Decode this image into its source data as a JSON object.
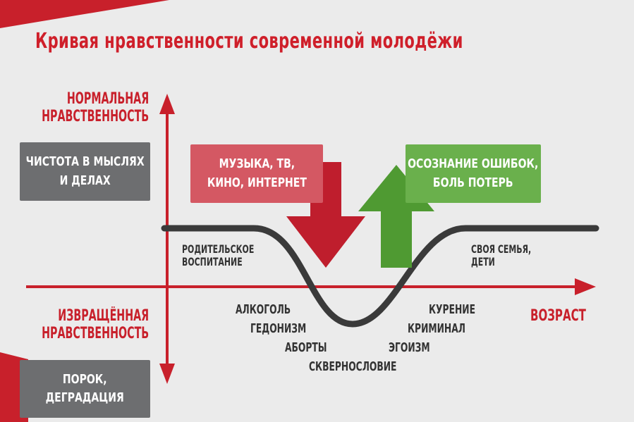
{
  "title": "Кривая нравственности современной молодёжи",
  "axes": {
    "top_label": [
      "НОРМАЛЬНАЯ",
      "НРАВСТВЕННОСТЬ"
    ],
    "bottom_label": [
      "ИЗВРАЩЁННАЯ",
      "НРАВСТВЕННОСТЬ"
    ],
    "x_label": "ВОЗРАСТ"
  },
  "boxes": {
    "purity": [
      "ЧИСТОТА В МЫСЛЯХ",
      "И ДЕЛАХ"
    ],
    "vice": [
      "ПОРОК,",
      "ДЕГРАДАЦИЯ"
    ],
    "media": [
      "МУЗЫКА, ТВ,",
      "КИНО, ИНТЕРНЕТ"
    ],
    "awareness": [
      "ОСОЗНАНИЕ ОШИБОК,",
      "БОЛЬ ПОТЕРЬ"
    ]
  },
  "annotations": {
    "upbringing": [
      "РОДИТЕЛЬСКОЕ",
      "ВОСПИТАНИЕ"
    ],
    "family": [
      "СВОЯ СЕМЬЯ,",
      "ДЕТИ"
    ],
    "left_vices": [
      "АЛКОГОЛЬ",
      "ГЕДОНИЗМ",
      "АБОРТЫ"
    ],
    "right_vices": [
      "КУРЕНИЕ",
      "КРИМИНАЛ",
      "ЭГОИЗМ"
    ],
    "bottom_vice": "СКВЕРНОСЛОВИЕ"
  },
  "colors": {
    "accent_red": "#c8202b",
    "arrow_red": "#bf1e2d",
    "arrow_green": "#4f9a32",
    "box_gray": "#6d6e70",
    "box_red": "#d45863",
    "box_green": "#6ab04c",
    "curve": "#3a3a3a"
  }
}
